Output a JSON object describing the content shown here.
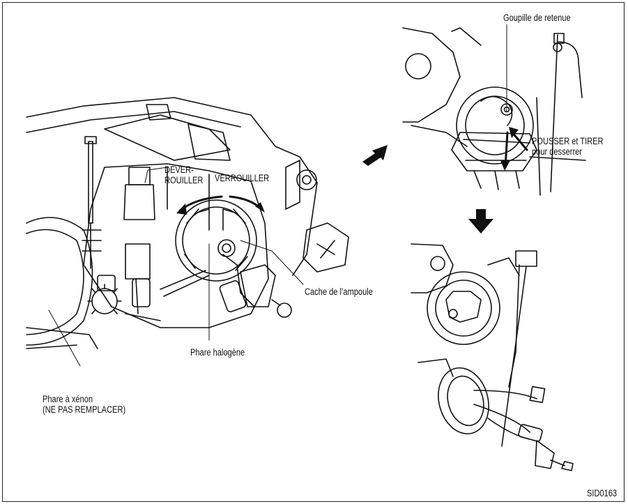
{
  "labels": {
    "deverrouiller_line1": "DÉVER-",
    "deverrouiller_line2": "ROUILLER",
    "verrouiller": "VERROUILLER",
    "cache_ampoule": "Cache de l’ampoule",
    "phare_halogene": "Phare halogène",
    "phare_xenon_line1": "Phare à xénon",
    "phare_xenon_line2": "(NE PAS REMPLACER)",
    "goupille": "Goupille de retenue",
    "pousser_line1": "POUSSER et TIRER",
    "pousser_line2": "pour desserrer",
    "figure_code": "SID0163"
  }
}
